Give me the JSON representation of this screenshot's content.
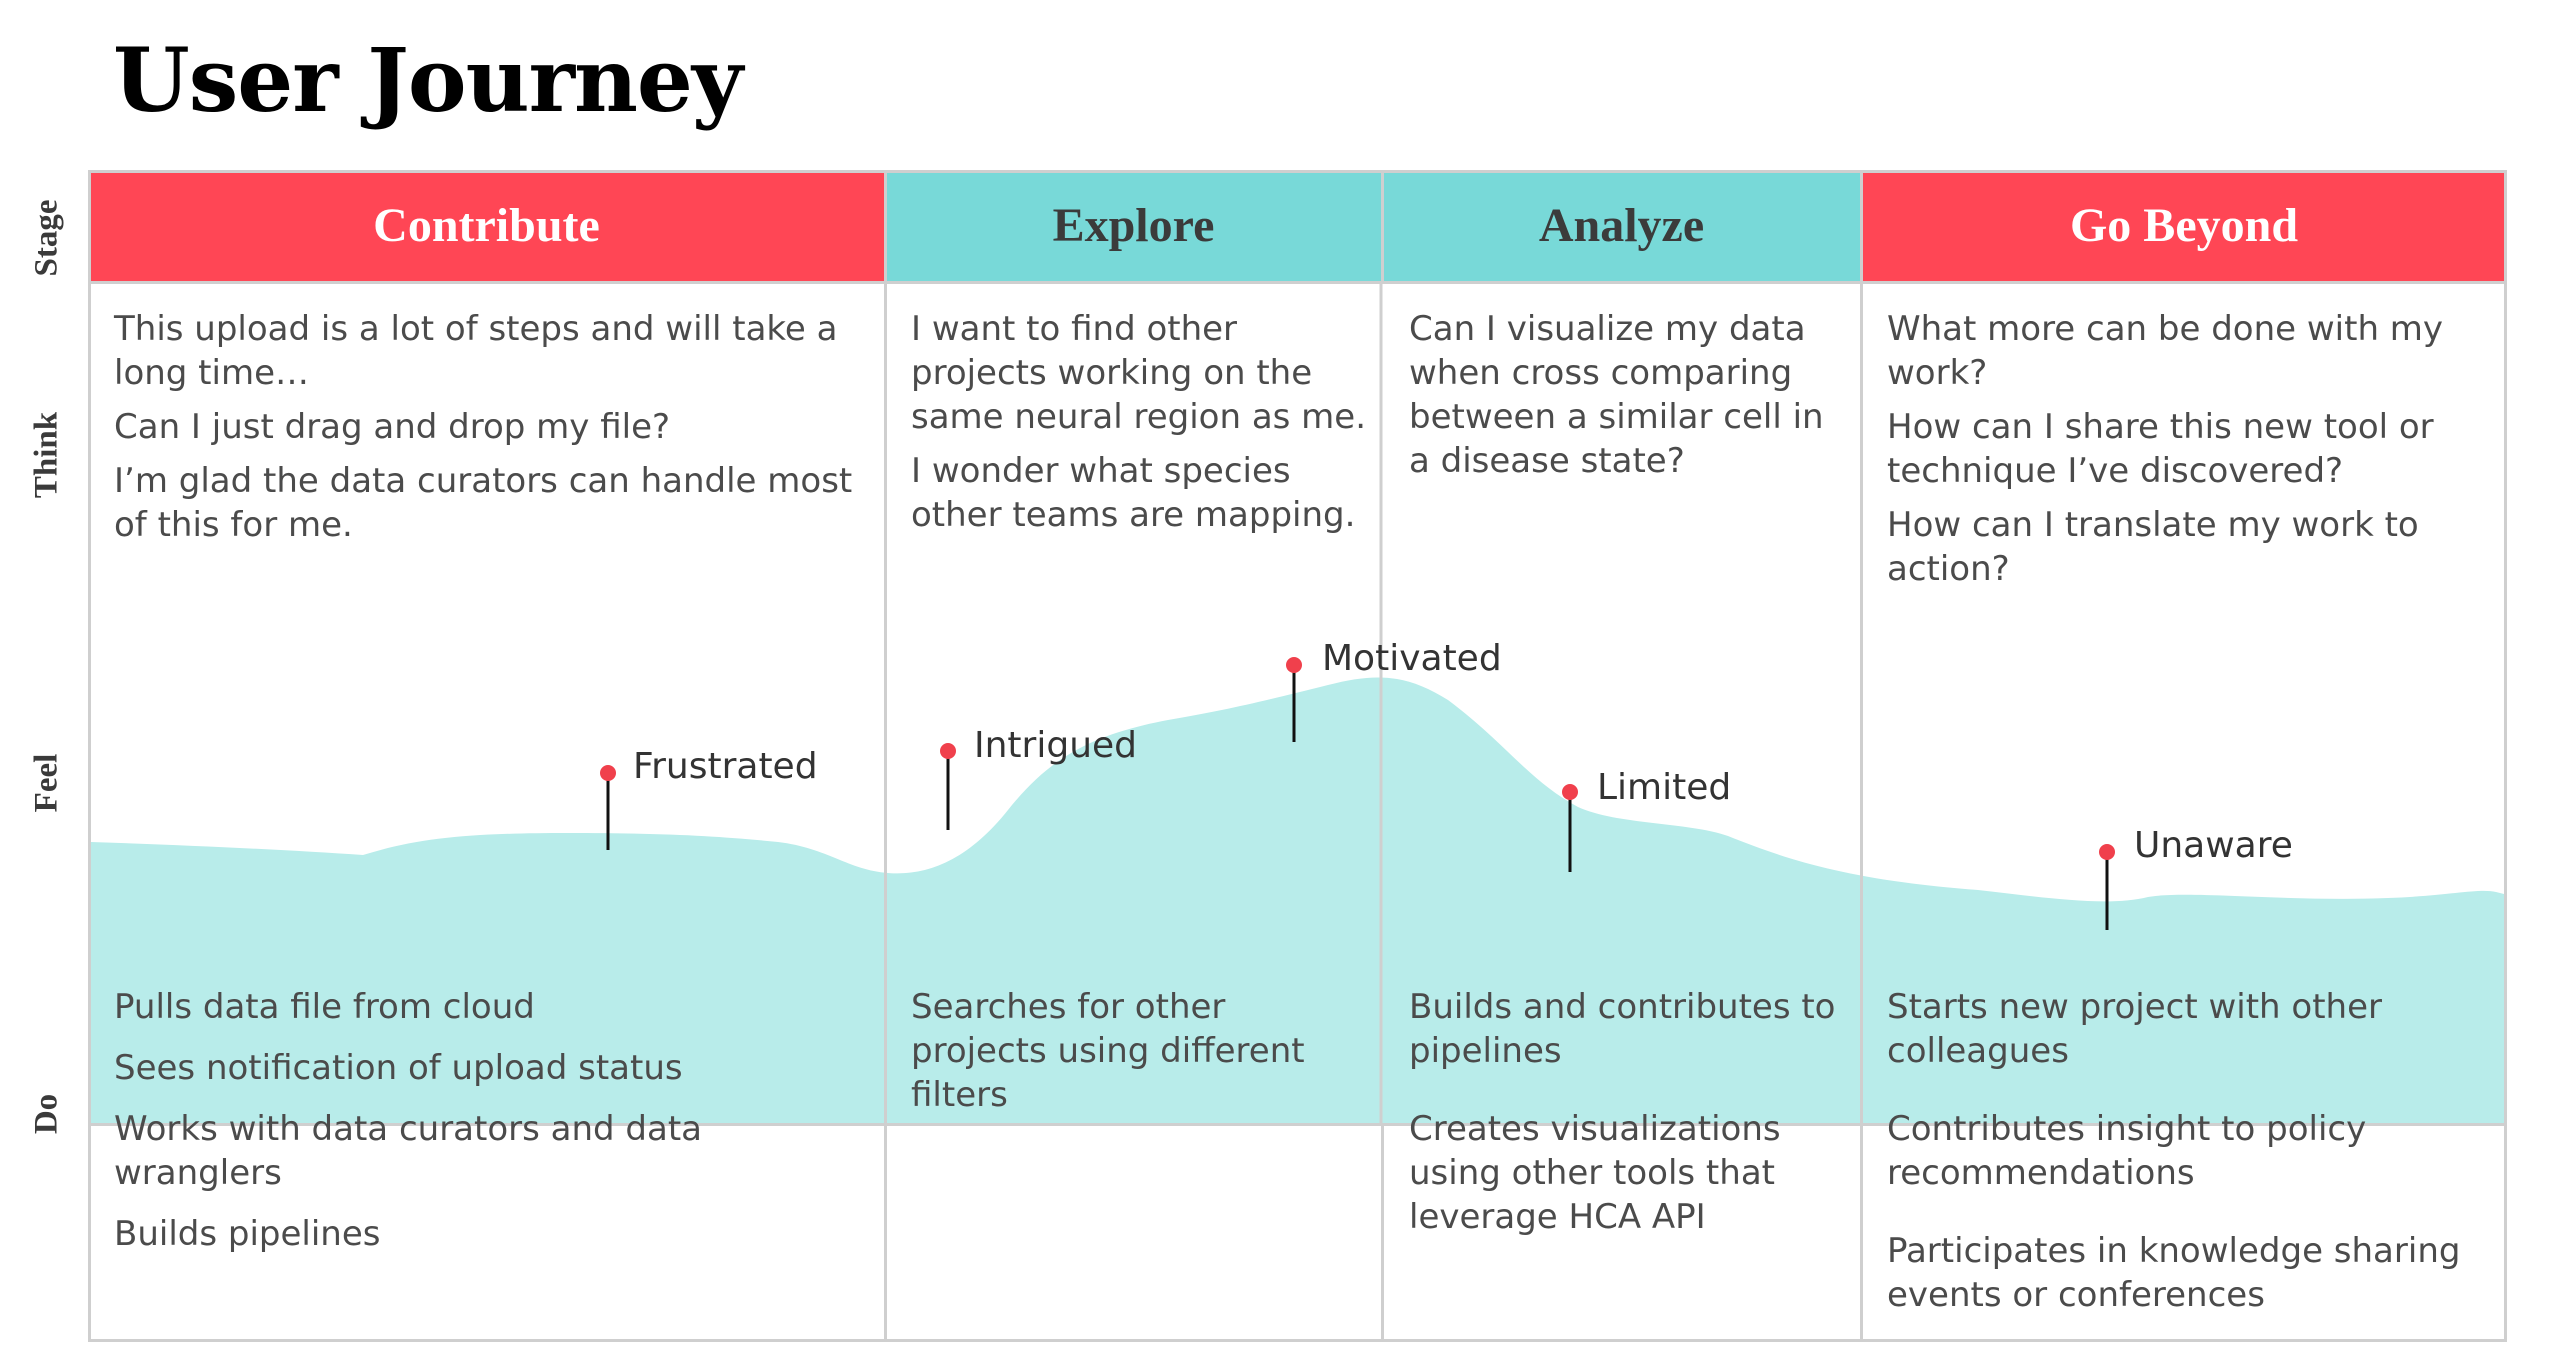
{
  "title": "User Journey",
  "row_labels": [
    "Stage",
    "Think",
    "Feel",
    "Do"
  ],
  "stages": [
    {
      "name": "Contribute",
      "color": "#ff4655",
      "think": [
        "This upload is a lot of steps and will take a long time…",
        "Can I just drag and drop my file?",
        "I’m glad the data curators can handle most of this for me."
      ],
      "do": [
        "Pulls data file from cloud",
        "Sees notification of upload status",
        "Works with data curators and data wranglers",
        "Builds pipelines"
      ]
    },
    {
      "name": "Explore",
      "color": "#78d9d8",
      "think": [
        "I want to find other projects working on the same neural region as me.",
        "I wonder what species other teams are mapping."
      ],
      "do": [
        "Searches for other projects using different filters"
      ]
    },
    {
      "name": "Analyze",
      "color": "#78d9d8",
      "think": [
        "Can I visualize my data when cross comparing between a similar cell in a  disease state?"
      ],
      "do": [
        "Builds and contributes to pipelines",
        "Creates visualizations using other tools that leverage HCA API"
      ]
    },
    {
      "name": "Go Beyond",
      "color": "#ff4655",
      "think": [
        "What more can be done with my work?",
        "How can I share this new tool or technique I’ve discovered?",
        "How can I translate my work to action?"
      ],
      "do": [
        "Starts new project with other colleagues",
        "Contributes insight to policy recommendations",
        "Participates in knowledge sharing events or conferences"
      ]
    }
  ],
  "feelings": [
    "Frustrated",
    "Intrigued",
    "Motivated",
    "Limited",
    "Unaware"
  ],
  "colors": {
    "red": "#ff4655",
    "teal": "#78d9d8",
    "feel_area": "#b8ecea",
    "marker": "#f0404c",
    "border": "#cfcfcf"
  }
}
